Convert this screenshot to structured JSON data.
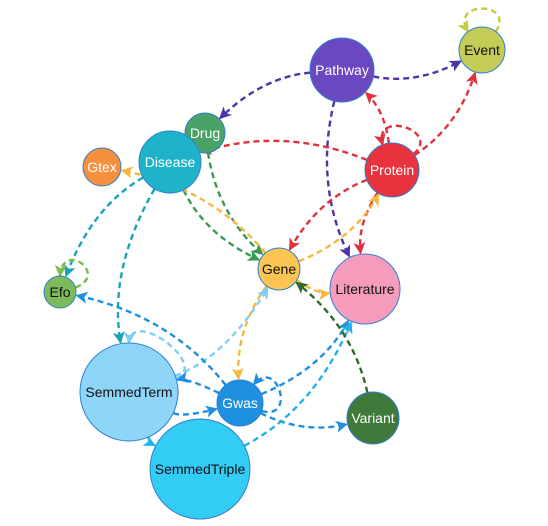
{
  "diagram": {
    "nodes": [
      {
        "id": "event",
        "label": "Event",
        "color": "#c5cc55",
        "text_color": "#111111"
      },
      {
        "id": "pathway",
        "label": "Pathway",
        "color": "#6c48c0",
        "text_color": "#ffffff"
      },
      {
        "id": "drug",
        "label": "Drug",
        "color": "#4aa366",
        "text_color": "#ffffff"
      },
      {
        "id": "disease",
        "label": "Disease",
        "color": "#1fb3c9",
        "text_color": "#ffffff"
      },
      {
        "id": "gtex",
        "label": "Gtex",
        "color": "#f5903c",
        "text_color": "#ffffff"
      },
      {
        "id": "protein",
        "label": "Protein",
        "color": "#e8333f",
        "text_color": "#ffffff"
      },
      {
        "id": "gene",
        "label": "Gene",
        "color": "#fcc552",
        "text_color": "#111111"
      },
      {
        "id": "literature",
        "label": "Literature",
        "color": "#f59cbd",
        "text_color": "#111111"
      },
      {
        "id": "efo",
        "label": "Efo",
        "color": "#7dbb5a",
        "text_color": "#111111"
      },
      {
        "id": "semmedterm",
        "label": "SemmedTerm",
        "color": "#8dd6f8",
        "text_color": "#111111"
      },
      {
        "id": "gwas",
        "label": "Gwas",
        "color": "#1f8fe0",
        "text_color": "#ffffff"
      },
      {
        "id": "variant",
        "label": "Variant",
        "color": "#3f7a3a",
        "text_color": "#ffffff"
      },
      {
        "id": "semmedtriple",
        "label": "SemmedTriple",
        "color": "#33ccf5",
        "text_color": "#111111"
      }
    ],
    "edges": [
      {
        "from": "pathway",
        "to": "event",
        "color": "#5033a8"
      },
      {
        "from": "event",
        "to": "event",
        "color": "#c5cc40"
      },
      {
        "from": "pathway",
        "to": "drug",
        "color": "#5033a8"
      },
      {
        "from": "pathway",
        "to": "literature",
        "color": "#5033a8"
      },
      {
        "from": "protein",
        "to": "pathway",
        "color": "#e0313d"
      },
      {
        "from": "protein",
        "to": "event",
        "color": "#e0313d"
      },
      {
        "from": "protein",
        "to": "protein",
        "color": "#e0313d"
      },
      {
        "from": "protein",
        "to": "disease",
        "color": "#e0313d"
      },
      {
        "from": "protein",
        "to": "gene",
        "color": "#e0313d"
      },
      {
        "from": "protein",
        "to": "literature",
        "color": "#e0313d"
      },
      {
        "from": "drug",
        "to": "gene",
        "color": "#3a9a55"
      },
      {
        "from": "disease",
        "to": "gene",
        "color": "#3a9a55"
      },
      {
        "from": "disease",
        "to": "efo",
        "color": "#16a4b8"
      },
      {
        "from": "disease",
        "to": "semmedterm",
        "color": "#16a4b8"
      },
      {
        "from": "efo",
        "to": "efo",
        "color": "#7dbb4a"
      },
      {
        "from": "gene",
        "to": "gtex",
        "color": "#f5b940"
      },
      {
        "from": "gene",
        "to": "protein",
        "color": "#f5b940"
      },
      {
        "from": "gene",
        "to": "literature",
        "color": "#f5b940"
      },
      {
        "from": "gene",
        "to": "gwas",
        "color": "#f5b940"
      },
      {
        "from": "semmedterm",
        "to": "gene",
        "color": "#7fcff5"
      },
      {
        "from": "semmedterm",
        "to": "semmedterm",
        "color": "#7fcff5"
      },
      {
        "from": "semmedterm",
        "to": "gwas",
        "color": "#1f8fe0"
      },
      {
        "from": "gwas",
        "to": "efo",
        "color": "#1f8fe0"
      },
      {
        "from": "gwas",
        "to": "semmedterm",
        "color": "#1f8fe0"
      },
      {
        "from": "gwas",
        "to": "gwas",
        "color": "#1f8fe0"
      },
      {
        "from": "gwas",
        "to": "variant",
        "color": "#1f8fe0"
      },
      {
        "from": "gwas",
        "to": "literature",
        "color": "#1f8fe0"
      },
      {
        "from": "semmedtriple",
        "to": "literature",
        "color": "#20b4e6"
      },
      {
        "from": "semmedterm",
        "to": "semmedtriple",
        "color": "#20b4e6"
      },
      {
        "from": "variant",
        "to": "gene",
        "color": "#2f6a2a"
      }
    ]
  }
}
